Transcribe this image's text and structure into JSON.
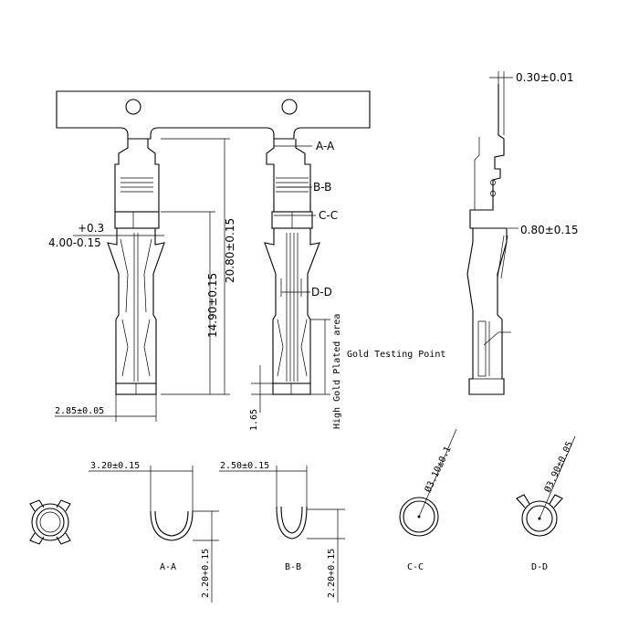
{
  "labels": {
    "thickness": "0.30±0.01",
    "sec_aa": "A-A",
    "sec_bb": "B-B",
    "sec_cc": "C-C",
    "sec_dd": "D-D",
    "plus_tol": "+0.3",
    "width_400": "4.00-0.15",
    "len_2080": "20.80±0.15",
    "len_1490": "14.90±0.15",
    "dim_080": "0.80±0.15",
    "width_285": "2.85±0.05",
    "len_165": "1.65",
    "gold_area": "High Gold Plated area",
    "gold_point": "Gold Testing Point",
    "dim_320": "3.20±0.15",
    "dim_250": "2.50±0.15",
    "dim_220_a": "2.20+0.15",
    "dim_220_b": "2.20+0.15",
    "label_aa": "A-A",
    "label_bb": "B-B",
    "label_cc": "C-C",
    "label_dd": "D-D",
    "dia_cc": "Ø3.10±0.1",
    "dia_dd": "Ø3.90±0.05"
  }
}
